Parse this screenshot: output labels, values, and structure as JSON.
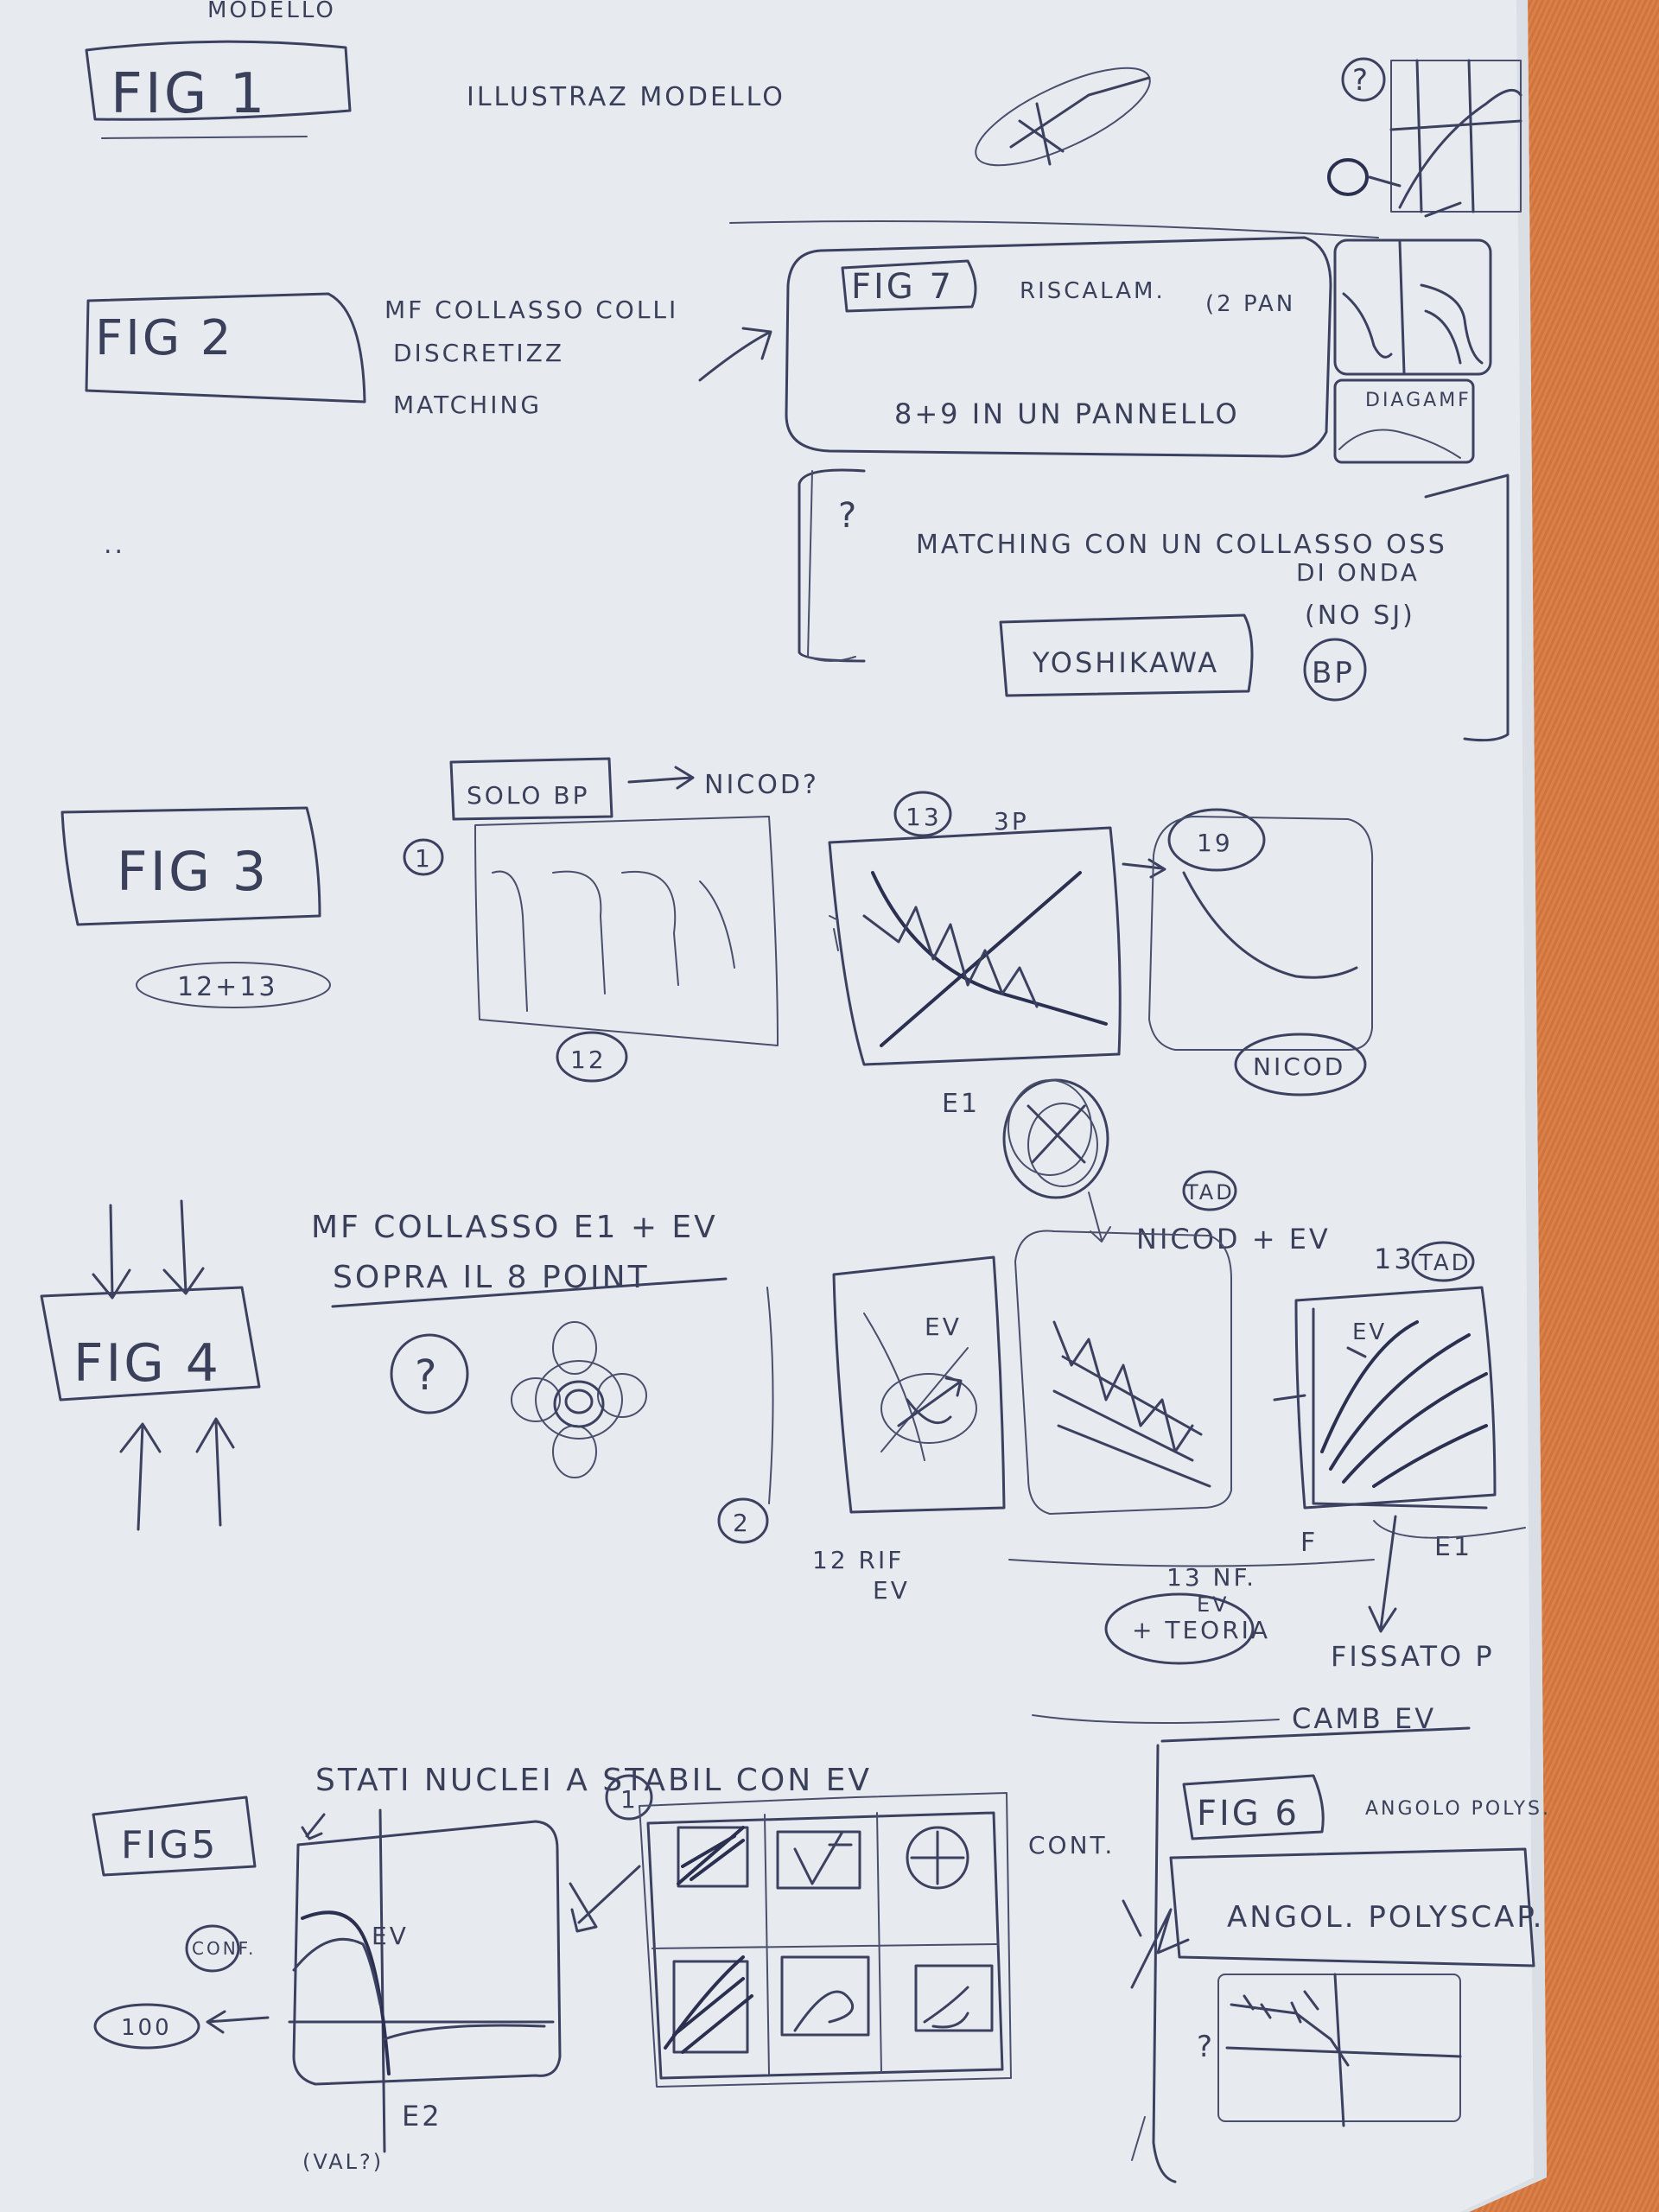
{
  "header_scribble": "MODELLO",
  "fig1": {
    "label": "FIG 1",
    "note": "ILLUSTRAZ MODELLO",
    "question": "?"
  },
  "fig2": {
    "label": "FIG 2",
    "notes": [
      "MF COLLASSO COLLI",
      "DISCRETIZZ",
      "MATCHING"
    ],
    "dots": ".."
  },
  "fig7": {
    "label": "FIG 7",
    "note": "RISCALAM.",
    "note2": "(2 PAN",
    "bottom": "8+9 IN UN PANNELLO",
    "side_label": "DIAGAMF"
  },
  "matching_box": {
    "question": "?",
    "line1": "MATCHING CON UN COLLASSO OSS",
    "line2": "DI ONDA",
    "line3": "(NO SJ)",
    "yoshikawa": "YOSHIKAWA",
    "bp": "BP"
  },
  "fig3": {
    "label": "FIG 3",
    "sub": "12+13",
    "solo": "SOLO BP",
    "nicod_arrow": "NICOD?",
    "circle1": "1",
    "circle12": "12",
    "circle13": "13",
    "bp3": "3P",
    "circle19": "19",
    "nicod": "NICOD",
    "e1": "E1",
    "one": "1"
  },
  "fig4": {
    "label": "FIG 4",
    "line1": "MF COLLASSO  E1 + EV",
    "line2": "SOPRA IL 8 POINT",
    "question": "?",
    "circle2": "2",
    "ev_label": "EV",
    "rif": "12 RIF",
    "rif_ev": "EV",
    "tad1": "TAD",
    "nicod_ev": "NICOD + EV",
    "b13": "13",
    "tad2": "TAD",
    "ev2": "EV",
    "f": "F",
    "e1": "E1",
    "nf": "13 NF.",
    "nf_ev": "EV",
    "teoria": "+ TEORIA",
    "fissato": "FISSATO P",
    "camb": "CAMB EV"
  },
  "fig5": {
    "label": "FIG5",
    "title": "STATI NUCLEI A STABIL CON EV",
    "ev": "EV",
    "e2": "E2",
    "one": "1",
    "val": "(VAL?)",
    "num": "100",
    "conf": "CONF.",
    "cont": "CONT."
  },
  "fig6": {
    "label": "FIG 6",
    "note": "ANGOLO POLYS.",
    "box": "ANGOL. POLYSCAP.",
    "question": "?"
  }
}
